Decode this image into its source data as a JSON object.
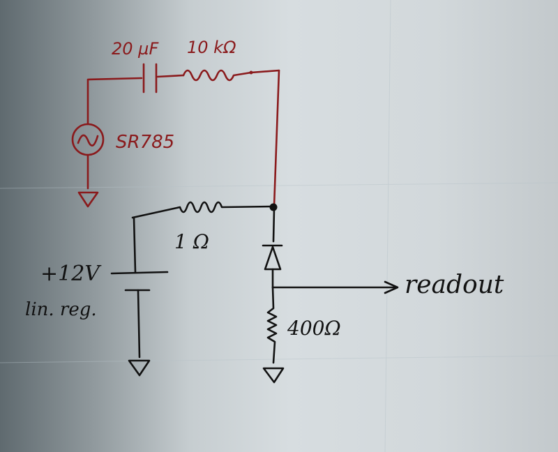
{
  "labels": {
    "capacitor": "20 µF",
    "resistor_top": "10 kΩ",
    "source": "SR785",
    "resistor_mid": "1 Ω",
    "supply": "+12V",
    "supply_note": "lin. reg.",
    "resistor_bottom": "400Ω",
    "output": "readout"
  },
  "colors": {
    "paper": "#d7dde0",
    "red_ink": "#8a1a1c",
    "black_ink": "#111111"
  },
  "icons": [
    "ac-source-icon",
    "capacitor-symbol",
    "resistor-symbol",
    "diode-symbol",
    "battery-symbol",
    "ground-symbol",
    "arrow-icon"
  ]
}
